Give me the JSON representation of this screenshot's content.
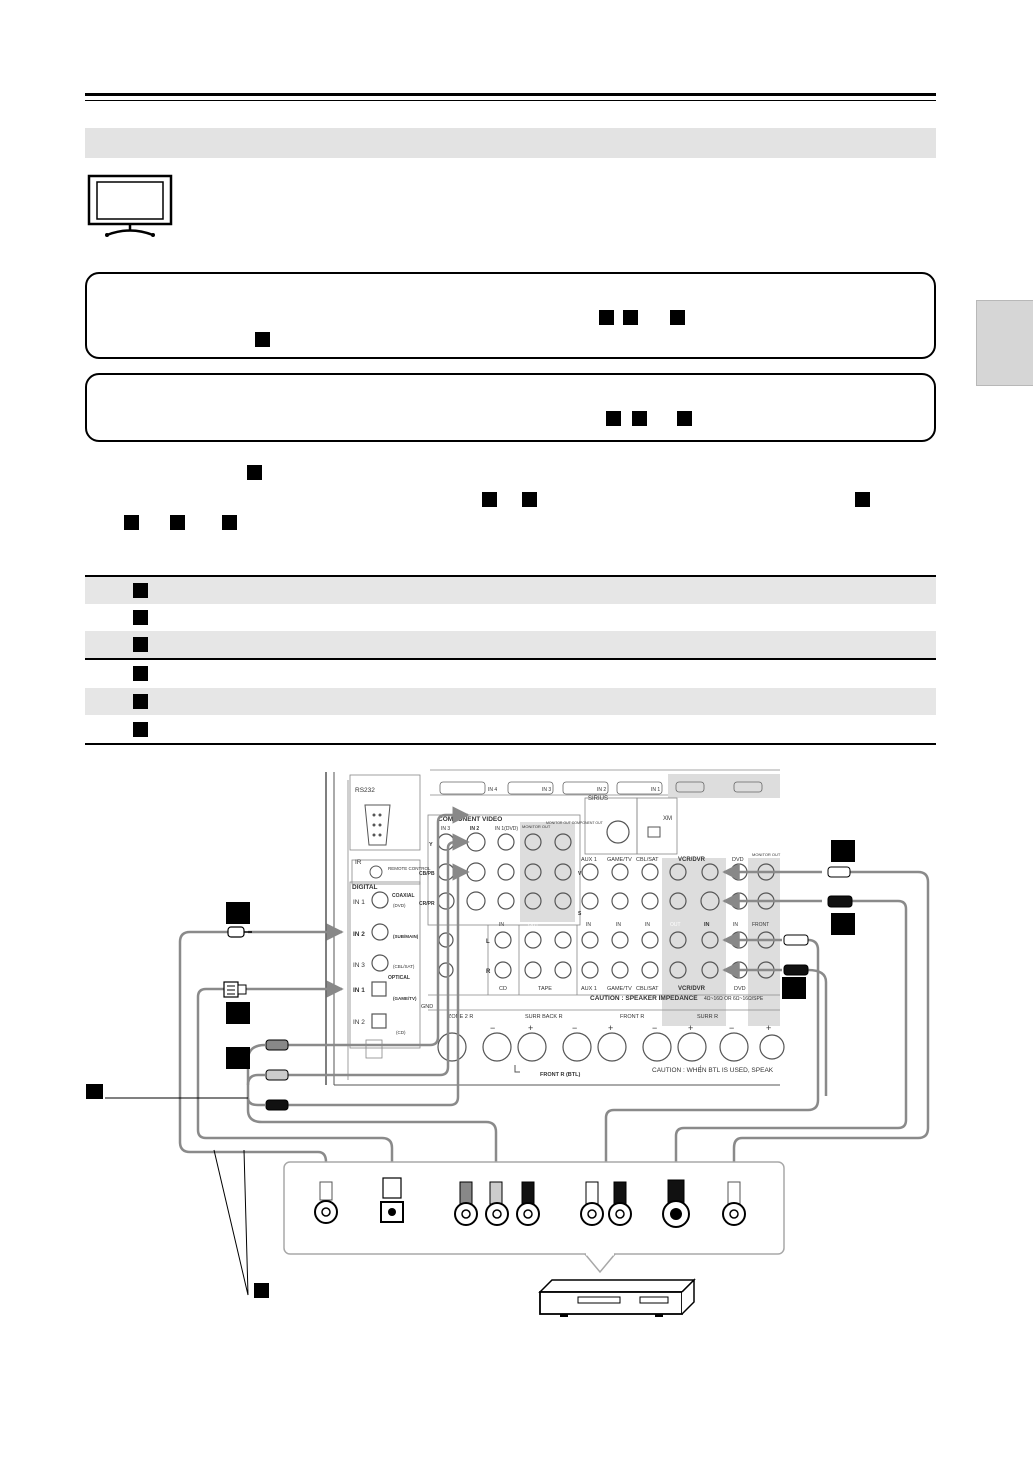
{
  "panel": {
    "component_video_label": "COMPONENT VIDEO",
    "component_video_inputs": [
      "IN 3",
      "IN 2",
      "IN 1(DVD)"
    ],
    "monitor_out_label": "MONITOR OUT",
    "monitor_out_component_label": "MONITOR OUT COMPONENT OUT",
    "y_label": "Y",
    "cb_label": "CB/PB",
    "cr_label": "CR/PR",
    "rs232_label": "RS232",
    "ir_label": "IR",
    "remote_control_label": "REMOTE CONTROL",
    "digital_label": "DIGITAL",
    "coaxial_label": "COAXIAL",
    "optical_label": "OPTICAL",
    "digital_inputs": [
      "IN 1",
      "IN 2",
      "IN 3",
      "IN 1",
      "IN 2"
    ],
    "digital_sub_labels": [
      "(DVD)",
      "(SUB/MAIN)",
      "(CBL/SAT)",
      "(GAME/TV)",
      "(CD)"
    ],
    "sirius_label": "SIRIUS",
    "xm_label": "XM",
    "hdmi_inputs": [
      "IN 4",
      "IN 3",
      "IN 2",
      "IN 1"
    ],
    "column_labels": [
      "AUX 1",
      "GAME/TV",
      "CBL/SAT",
      "VCR/DVR",
      "DVD"
    ],
    "s_label": "S",
    "v_label": "V",
    "in_label": "IN",
    "out_label": "OUT",
    "l_label": "L",
    "r_label": "R",
    "bottom_labels": [
      "CD",
      "TAPE",
      "AUX 1",
      "GAME/TV",
      "CBL/SAT",
      "VCR/DVR",
      "DVD"
    ],
    "vcr_dvr_label": "VCR/DVR",
    "vcr_in_label": "IN",
    "front_label": "FRONT",
    "gnd_label": "GND",
    "zone2_label": "ZONE 2 R",
    "surr_back_label": "SURR BACK R",
    "front_r_label": "FRONT R",
    "surr_r_label": "SURR R",
    "front_r_btl_label": "FRONT R (BTL)",
    "caution_impedance": "CAUTION : SPEAKER IMPEDANCE",
    "impedance_value": "4Ω~16Ω OR 6Ω~16Ω/SPE",
    "caution_btl": "CAUTION : WHEN BTL IS USED, SPEAK",
    "plus_sign": "+",
    "minus_sign": "−"
  },
  "colors": {
    "section_bar": "#e3e3e3",
    "table_shade": "#e6e6e6",
    "cable_gray": "#8a8a8a",
    "panel_line": "#555555"
  }
}
